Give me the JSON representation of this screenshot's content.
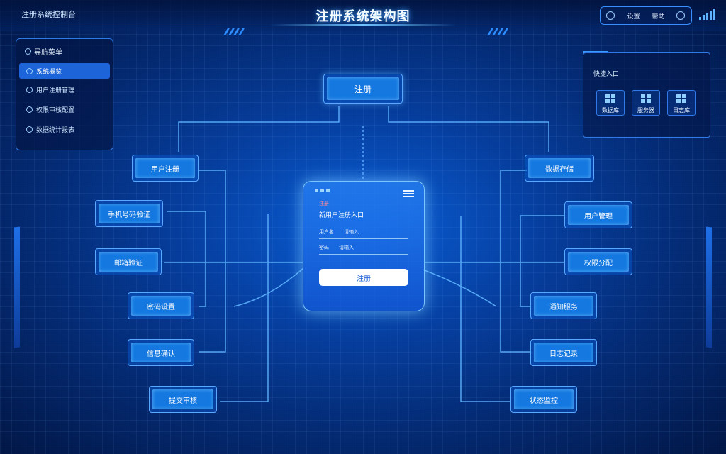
{
  "header": {
    "app_title": "注册系统控制台",
    "page_title": "注册系统架构图",
    "controls": [
      "设置",
      "帮助"
    ]
  },
  "left_panel": {
    "title": "导航菜单",
    "items": [
      "系统概览",
      "用户注册管理",
      "权限审核配置",
      "数据统计报表"
    ]
  },
  "right_panel": {
    "title": "快捷入口",
    "tiles": [
      "数据库",
      "服务器",
      "日志库"
    ]
  },
  "diagram": {
    "top_node": "注册",
    "left_nodes": [
      "用户注册",
      "手机号码验证",
      "邮箱验证",
      "密码设置",
      "信息确认",
      "提交审核"
    ],
    "right_nodes": [
      "数据存储",
      "用户管理",
      "权限分配",
      "通知服务",
      "日志记录",
      "状态监控"
    ]
  },
  "form": {
    "label": "注册",
    "heading": "新用户注册入口",
    "fields": [
      {
        "label": "用户名",
        "hint": "请输入"
      },
      {
        "label": "密码",
        "hint": "请输入"
      }
    ],
    "submit": "注册"
  },
  "colors": {
    "background": "#063e9e",
    "accent": "#3a9bff",
    "node": "#1478e0",
    "wire": "#5fb4ff"
  }
}
